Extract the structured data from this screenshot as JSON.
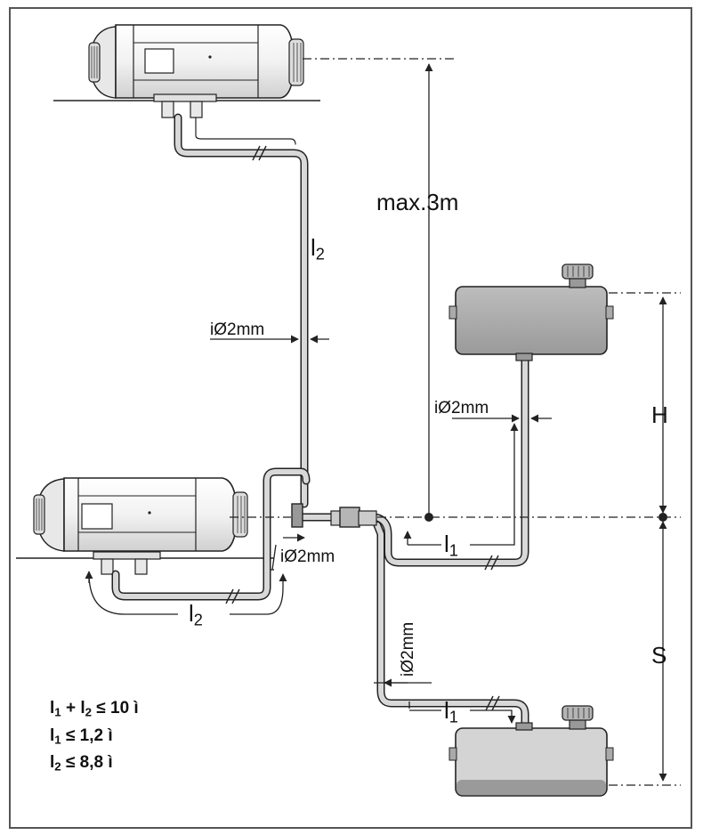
{
  "labels": {
    "max_height": "max.3m",
    "l2_upper": "l",
    "l2_upper_sub": "2",
    "l2_lower": "l",
    "l2_lower_sub": "2",
    "l1_upper": "l",
    "l1_upper_sub": "1",
    "l1_lower": "l",
    "l1_lower_sub": "1",
    "diam_upper": "iØ2mm",
    "diam_tank": "iØ2mm",
    "diam_pump": "iØ2mm",
    "diam_vertical": "iØ2mm",
    "H": "H",
    "S": "S"
  },
  "formulas": {
    "f1": {
      "a": "l",
      "a_sub": "1",
      "mid": " + l",
      "b_sub": "2",
      "rest": " ≤ 10 ì"
    },
    "f2": {
      "a": "l",
      "a_sub": "1",
      "rest": " ≤ 1,2 ì"
    },
    "f3": {
      "a": "l",
      "a_sub": "2",
      "rest": " ≤ 8,8 ì"
    }
  },
  "colors": {
    "frame": "#555555",
    "heater_body": "#f4f4f4",
    "tank_fill": "#a9a9a9",
    "pipe": "#d8d8d8",
    "outline": "#222222"
  }
}
